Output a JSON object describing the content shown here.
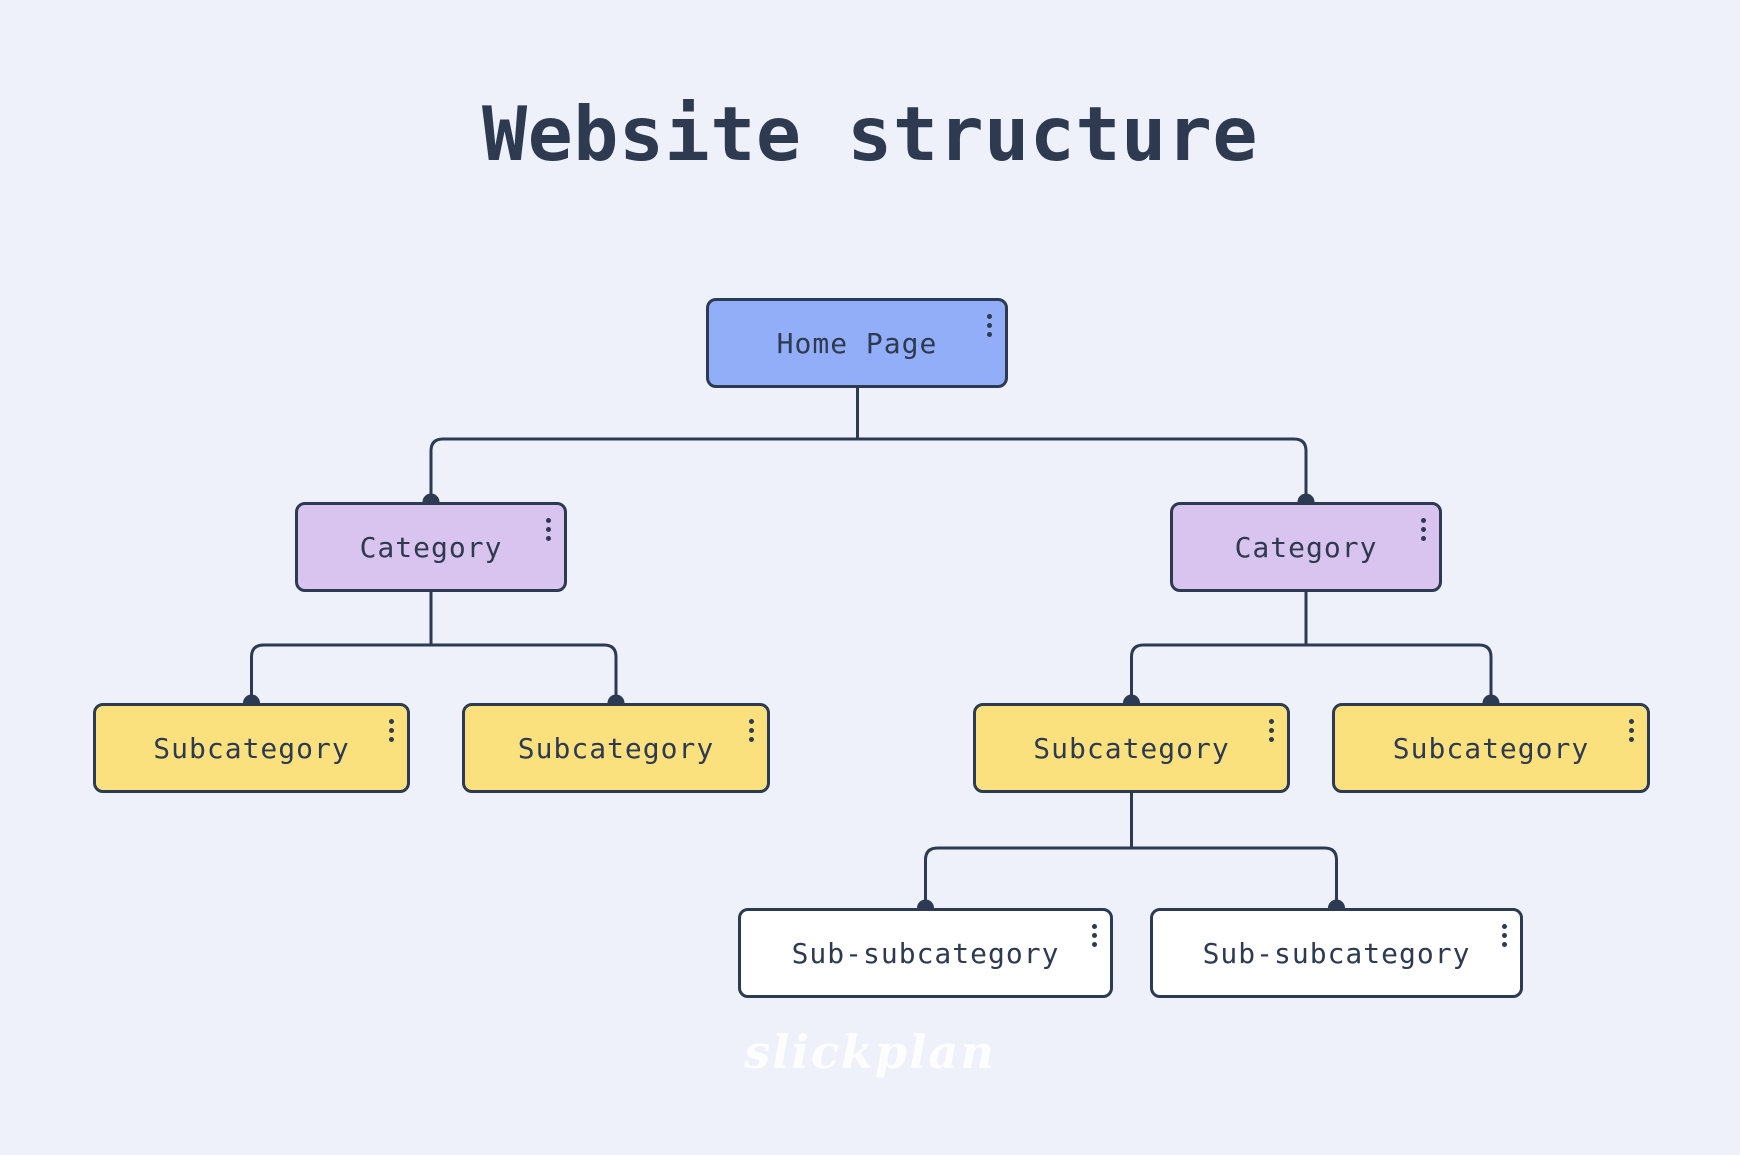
{
  "title": "Website structure",
  "watermark": "slickplan",
  "colors": {
    "background": "#eef1fa",
    "stroke": "#2c3a52",
    "text": "#2e3a50",
    "home": "#93aef8",
    "category": "#d9c3ef",
    "subcategory": "#fae17d",
    "subsubcategory": "#ffffff"
  },
  "nodes": [
    {
      "id": "home",
      "type": "home",
      "label": "Home Page",
      "menu_icon": "kebab-menu"
    },
    {
      "id": "category-left",
      "type": "category",
      "label": "Category",
      "menu_icon": "kebab-menu"
    },
    {
      "id": "category-right",
      "type": "category",
      "label": "Category",
      "menu_icon": "kebab-menu"
    },
    {
      "id": "subcategory-l1",
      "type": "subcategory",
      "label": "Subcategory",
      "menu_icon": "kebab-menu"
    },
    {
      "id": "subcategory-l2",
      "type": "subcategory",
      "label": "Subcategory",
      "menu_icon": "kebab-menu"
    },
    {
      "id": "subcategory-r1",
      "type": "subcategory",
      "label": "Subcategory",
      "menu_icon": "kebab-menu"
    },
    {
      "id": "subcategory-r2",
      "type": "subcategory",
      "label": "Subcategory",
      "menu_icon": "kebab-menu"
    },
    {
      "id": "sub-subcategory-1",
      "type": "subsubcategory",
      "label": "Sub-subcategory",
      "menu_icon": "kebab-menu"
    },
    {
      "id": "sub-subcategory-2",
      "type": "subsubcategory",
      "label": "Sub-subcategory",
      "menu_icon": "kebab-menu"
    }
  ],
  "edges": [
    {
      "from": "home",
      "to": "category-left"
    },
    {
      "from": "home",
      "to": "category-right"
    },
    {
      "from": "category-left",
      "to": "subcategory-l1"
    },
    {
      "from": "category-left",
      "to": "subcategory-l2"
    },
    {
      "from": "category-right",
      "to": "subcategory-r1"
    },
    {
      "from": "category-right",
      "to": "subcategory-r2"
    },
    {
      "from": "subcategory-r1",
      "to": "sub-subcategory-1"
    },
    {
      "from": "subcategory-r1",
      "to": "sub-subcategory-2"
    }
  ]
}
